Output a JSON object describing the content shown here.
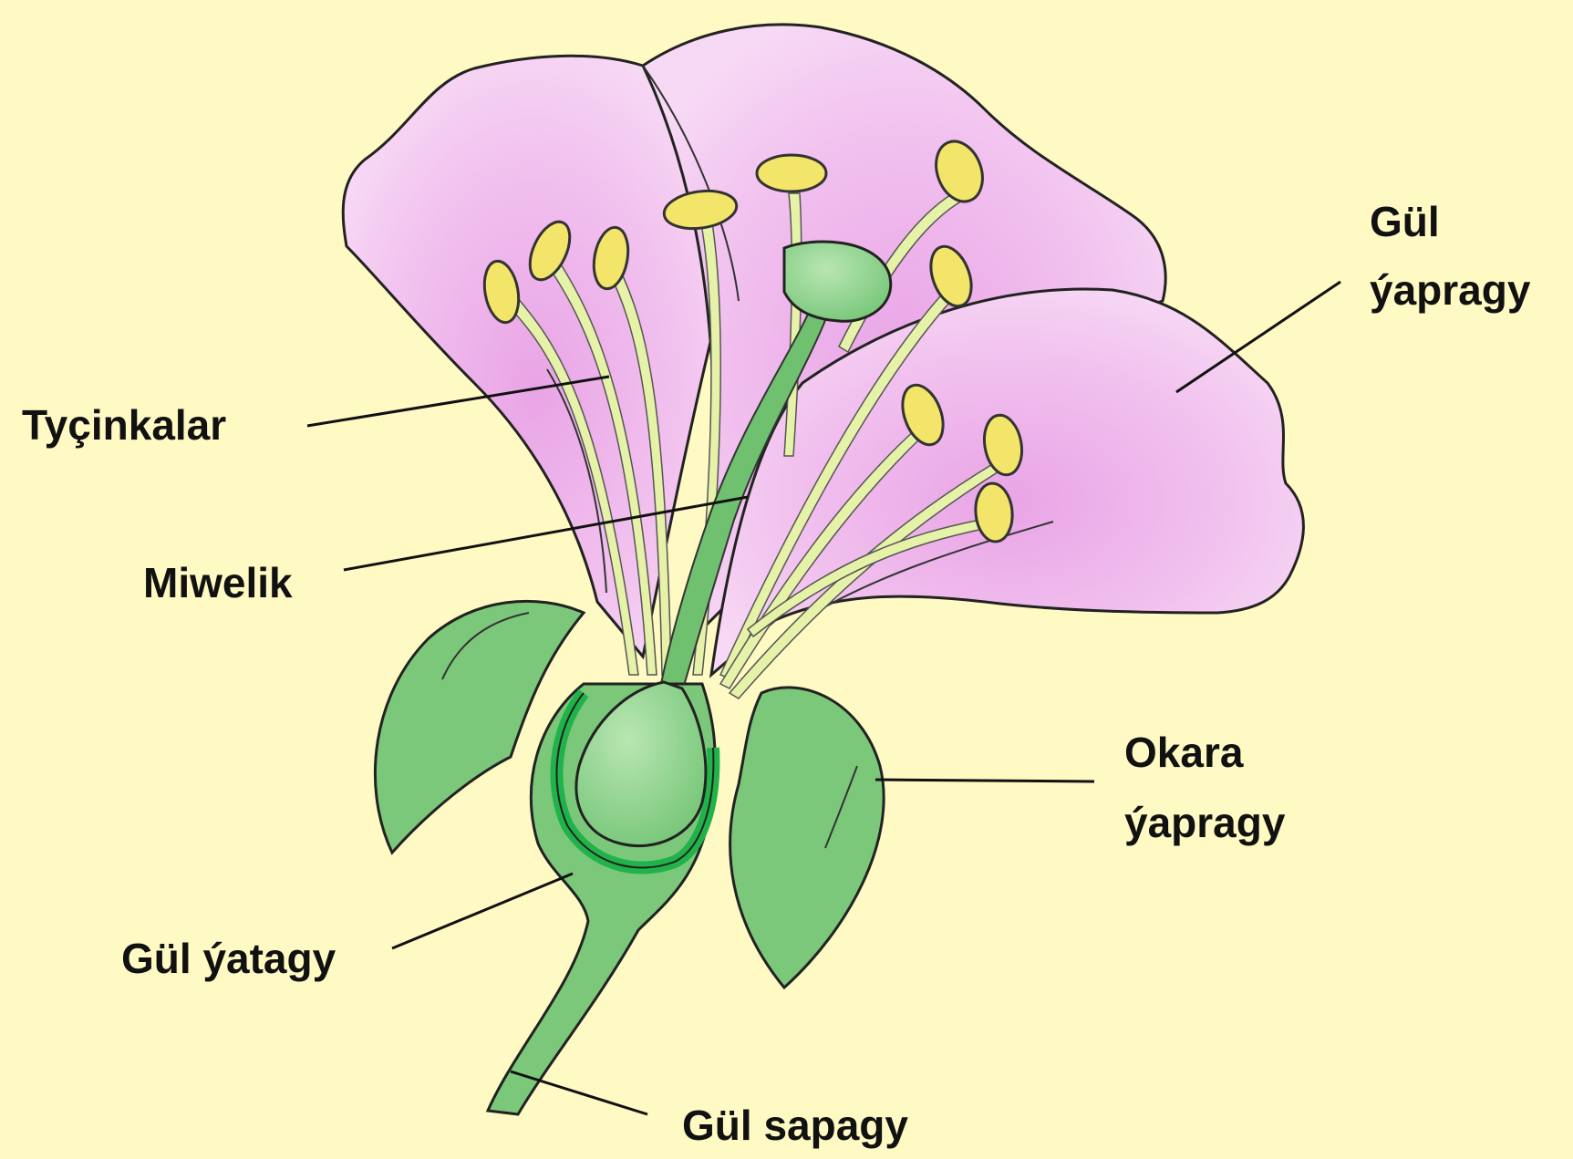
{
  "background_color": "#fff9c4",
  "colors": {
    "petal": "#f3c6f1",
    "petal_dark": "#e7a6e6",
    "leaf": "#7cc87a",
    "leaf_dark": "#5faf5d",
    "receptacle_rim": "#1fb34a",
    "anther": "#f3e56a",
    "filament": "#e6f2a8"
  },
  "labels": {
    "petal_line1": "Gül",
    "petal_line2": "ýapragy",
    "stamens": "Tyçinkalar",
    "pistil": "Miwelik",
    "sepal_line1": "Okara",
    "sepal_line2": "ýapragy",
    "receptacle": "Gül ýatagy",
    "stem": "Gül sapagy"
  }
}
